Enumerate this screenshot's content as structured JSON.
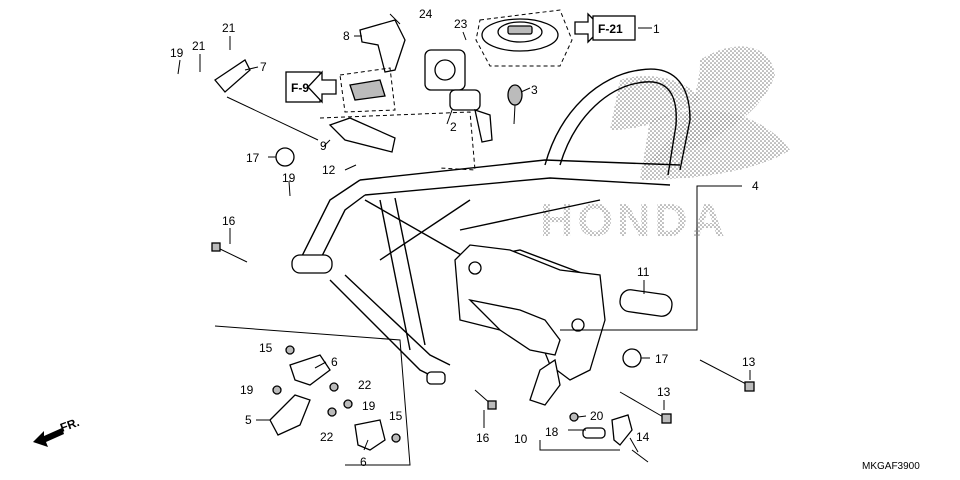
{
  "diagram": {
    "diagram_code": "MKGAF3900",
    "watermark_text": "HONDA",
    "front_indicator": "FR.",
    "refs": [
      {
        "id": "ref-f21",
        "label": "F-21"
      },
      {
        "id": "ref-f9",
        "label": "F-9"
      }
    ],
    "callouts": {
      "c1": "1",
      "c2": "2",
      "c3": "3",
      "c4": "4",
      "c5": "5",
      "c6a": "6",
      "c6b": "6",
      "c7": "7",
      "c8": "8",
      "c9": "9",
      "c10": "10",
      "c11": "11",
      "c12": "12",
      "c13a": "13",
      "c13b": "13",
      "c14": "14",
      "c15a": "15",
      "c15b": "15",
      "c16a": "16",
      "c16b": "16",
      "c17a": "17",
      "c17b": "17",
      "c18": "18",
      "c19a": "19",
      "c19b": "19",
      "c19c": "19",
      "c19d": "19",
      "c20": "20",
      "c21a": "21",
      "c21b": "21",
      "c22a": "22",
      "c22b": "22",
      "c23": "23",
      "c24": "24"
    },
    "colors": {
      "ink": "#000000",
      "background": "#ffffff",
      "watermark": "#7a7a7a"
    }
  }
}
